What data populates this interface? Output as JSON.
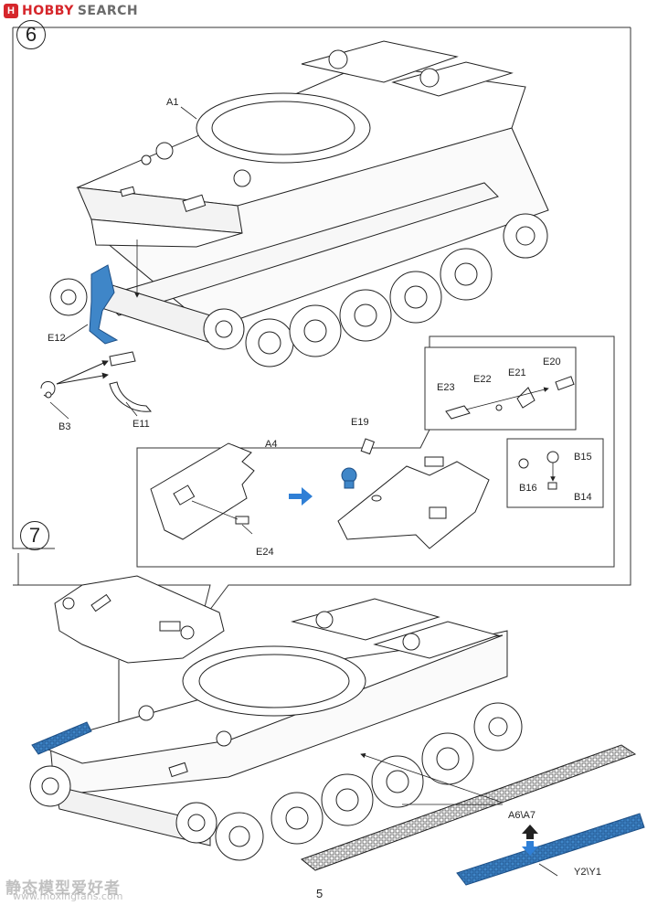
{
  "header": {
    "logo_mark": "H",
    "logo_word_1": "HOBBY",
    "logo_word_2": "SEARCH"
  },
  "steps": {
    "step6": "6",
    "step7": "7"
  },
  "parts": {
    "A1": "A1",
    "E12": "E12",
    "B3": "B3",
    "E11": "E11",
    "E19": "E19",
    "A4": "A4",
    "E24": "E24",
    "E23": "E23",
    "E22": "E22",
    "E21": "E21",
    "E20": "E20",
    "B15": "B15",
    "B16": "B16",
    "B14": "B14",
    "A6A7": "A6\\A7",
    "Y2Y1": "Y2\\Y1"
  },
  "footer": {
    "page_number": "5",
    "watermark_cn": "静态模型爱好者",
    "watermark_url": "www.moxingfans.com"
  },
  "colors": {
    "highlight": "#3f86c8",
    "arrow": "#2f7fd6",
    "line": "#222222"
  }
}
